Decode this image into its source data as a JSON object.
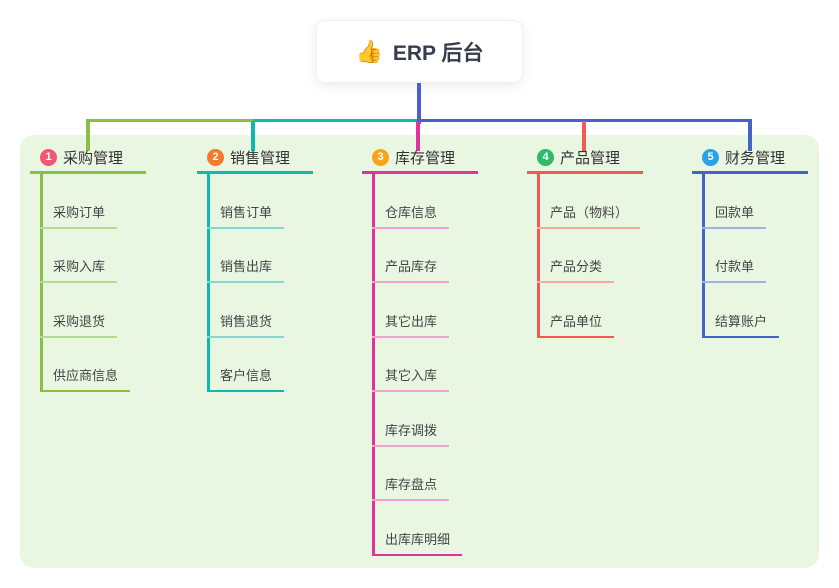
{
  "root": {
    "emoji": "👍",
    "label": "ERP 后台"
  },
  "colors": {
    "page_bg": "#ffffff",
    "panel_bg": "#e9f6e2",
    "card_bg": "#ffffff",
    "root_connector": "#4c5fce",
    "title_text": "#323232",
    "child_text": "#454545"
  },
  "branches": [
    {
      "badge": "1",
      "label": "采购管理",
      "color": "#8abf44",
      "child_line_color": "#b7da92",
      "badge_color": "#f25872",
      "children": [
        "采购订单",
        "采购入库",
        "采购退货",
        "供应商信息"
      ]
    },
    {
      "badge": "2",
      "label": "销售管理",
      "color": "#0fb8ac",
      "child_line_color": "#83d8cf",
      "badge_color": "#f5792f",
      "children": [
        "销售订单",
        "销售出库",
        "销售退货",
        "客户信息"
      ]
    },
    {
      "badge": "3",
      "label": "库存管理",
      "color": "#df3499",
      "child_line_color": "#f1a3cd",
      "badge_color": "#f9a31b",
      "children": [
        "仓库信息",
        "产品库存",
        "其它出库",
        "其它入库",
        "库存调拨",
        "库存盘点",
        "出库库明细"
      ]
    },
    {
      "badge": "4",
      "label": "产品管理",
      "color": "#f15953",
      "child_line_color": "#f6aaa4",
      "badge_color": "#2fb96a",
      "children": [
        "产品（物料）",
        "产品分类",
        "产品单位"
      ]
    },
    {
      "badge": "5",
      "label": "财务管理",
      "color": "#4562c9",
      "child_line_color": "#a2b1e2",
      "badge_color": "#2aa2ea",
      "children": [
        "回款单",
        "付款单",
        "结算账户"
      ]
    }
  ]
}
